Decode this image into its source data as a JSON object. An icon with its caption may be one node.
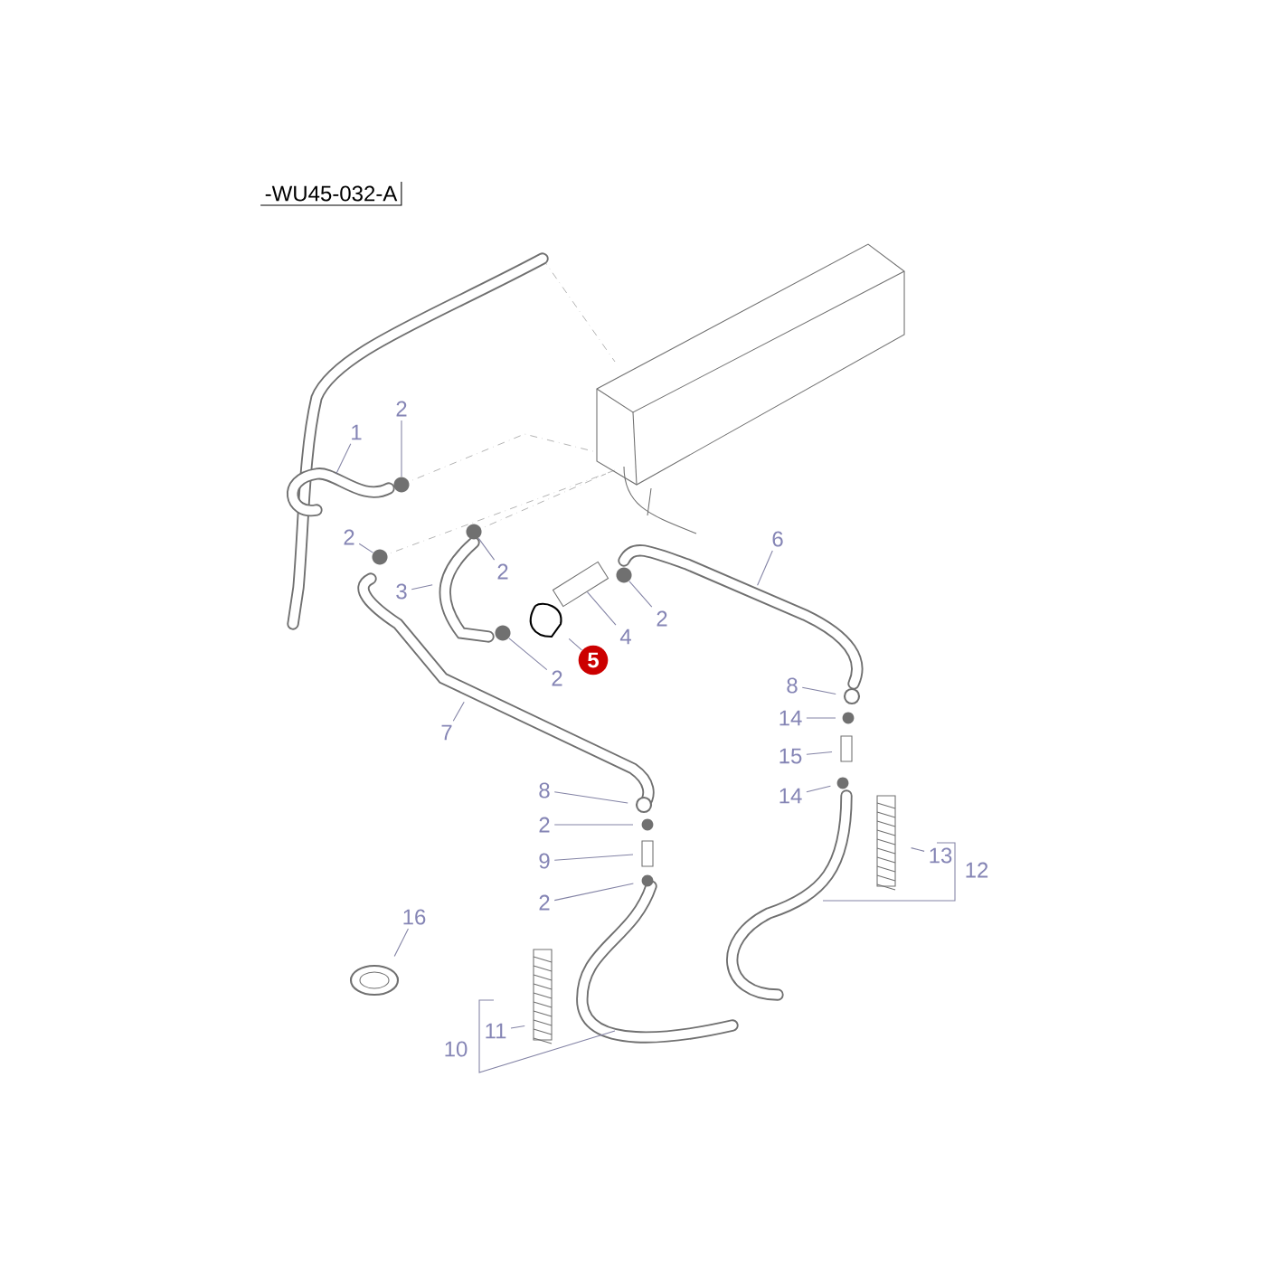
{
  "diagram": {
    "nodes": [
      {
        "text": [
          "1"
        ]
      },
      {
        "text": [
          "2"
        ]
      },
      {
        "text": [
          "2"
        ]
      },
      {
        "text": [
          "2"
        ]
      },
      {
        "text": [
          "3"
        ]
      },
      {
        "text": [
          "2"
        ]
      },
      {
        "text": [
          "4"
        ]
      },
      {
        "text": [
          "5"
        ]
      },
      {
        "text": [
          "2"
        ]
      },
      {
        "text": [
          "6"
        ]
      },
      {
        "text": [
          "7"
        ]
      },
      {
        "text": [
          "8"
        ]
      },
      {
        "text": [
          "14"
        ]
      },
      {
        "text": [
          "15"
        ]
      },
      {
        "text": [
          "14"
        ]
      },
      {
        "text": [
          "13"
        ]
      },
      {
        "text": [
          "8"
        ]
      },
      {
        "text": [
          "2"
        ]
      },
      {
        "text": [
          "9"
        ]
      },
      {
        "text": [
          "2"
        ]
      },
      {
        "text": [
          "16"
        ]
      },
      {
        "text": [
          "11"
        ]
      },
      {
        "text": [],
        "shape": "circle"
      },
      {
        "text": [],
        "shape": "circle"
      },
      {
        "text": [],
        "shape": "circle"
      },
      {
        "text": [],
        "shape": "circle"
      },
      {
        "text": [],
        "shape": "circle"
      },
      {
        "text": [],
        "shape": "clip"
      },
      {
        "text": [],
        "shape": "box"
      }
    ],
    "edges": [
      {
        "from": 0,
        "to": null,
        "arrow": "none"
      },
      {
        "from": 1,
        "to": 22,
        "arrow": "none"
      },
      {
        "from": 2,
        "to": 23,
        "arrow": "none"
      },
      {
        "from": 3,
        "to": 24,
        "arrow": "none"
      },
      {
        "from": 4,
        "to": null,
        "arrow": "none"
      },
      {
        "from": 5,
        "to": 25,
        "arrow": "none"
      },
      {
        "from": 6,
        "to": 28,
        "arrow": "none"
      },
      {
        "from": 7,
        "to": 27,
        "arrow": "none"
      },
      {
        "from": 8,
        "to": 26,
        "arrow": "none"
      },
      {
        "from": 9,
        "to": null,
        "arrow": "none"
      },
      {
        "from": 10,
        "to": null,
        "arrow": "none"
      },
      {
        "from": 11,
        "to": null,
        "arrow": "none"
      },
      {
        "from": 12,
        "to": null,
        "arrow": "none"
      },
      {
        "from": 13,
        "to": null,
        "arrow": "none"
      },
      {
        "from": 14,
        "to": null,
        "arrow": "none"
      },
      {
        "from": 15,
        "to": null,
        "arrow": "none"
      },
      {
        "from": 16,
        "to": null,
        "arrow": "none"
      },
      {
        "from": 17,
        "to": null,
        "arrow": "none"
      },
      {
        "from": 18,
        "to": null,
        "arrow": "none"
      },
      {
        "from": 19,
        "to": null,
        "arrow": "none"
      },
      {
        "from": 20,
        "to": null,
        "arrow": "none"
      },
      {
        "from": 21,
        "to": null,
        "arrow": "none"
      }
    ],
    "labels": [
      "-WU45-032-A",
      "12",
      "10"
    ]
  }
}
